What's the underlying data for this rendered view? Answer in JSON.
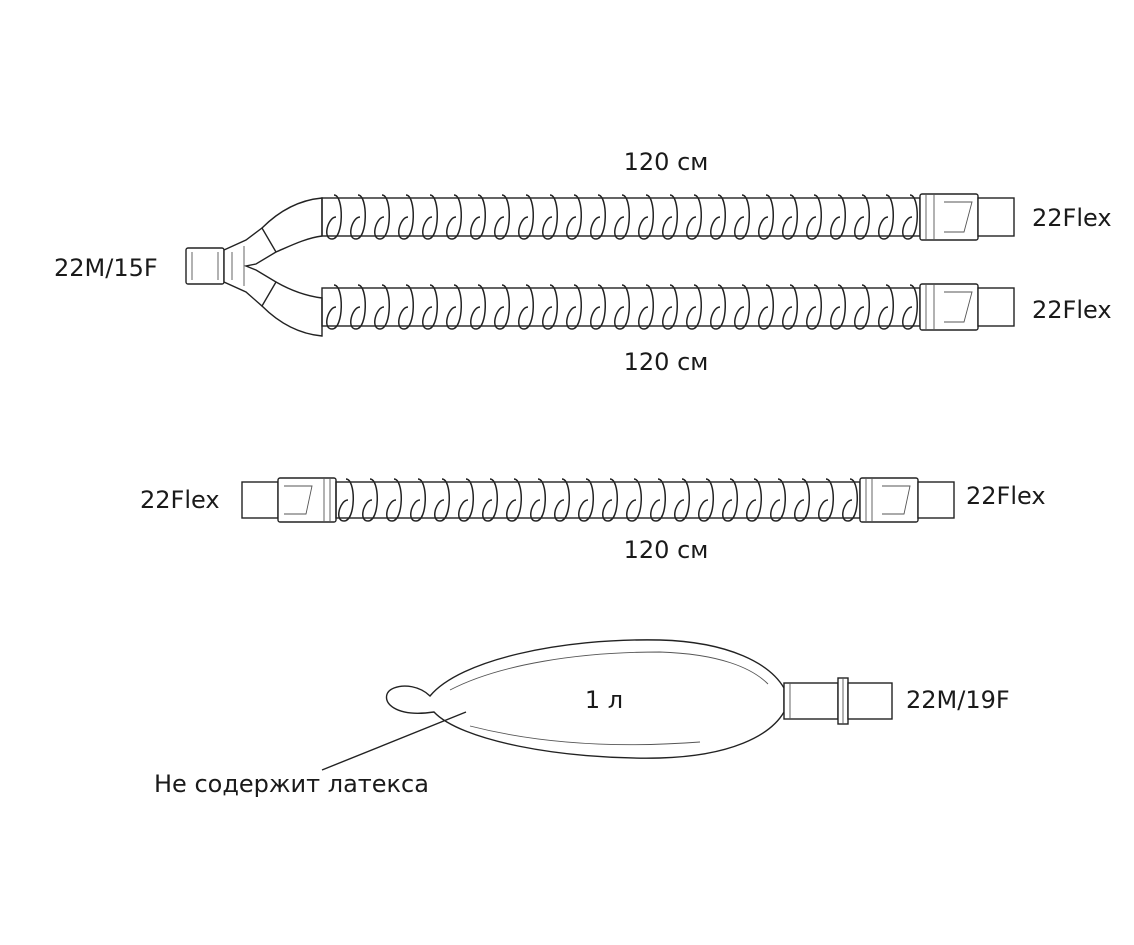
{
  "labels": {
    "y_port": "22M/15F",
    "upper_end": "22Flex",
    "lower_end": "22Flex",
    "upper_length": "120 см",
    "lower_length": "120 см",
    "straight_left": "22Flex",
    "straight_right": "22Flex",
    "straight_length": "120 см",
    "bag_volume": "1 л",
    "bag_port": "22M/19F",
    "latex_note": "Не содержит латекса"
  }
}
